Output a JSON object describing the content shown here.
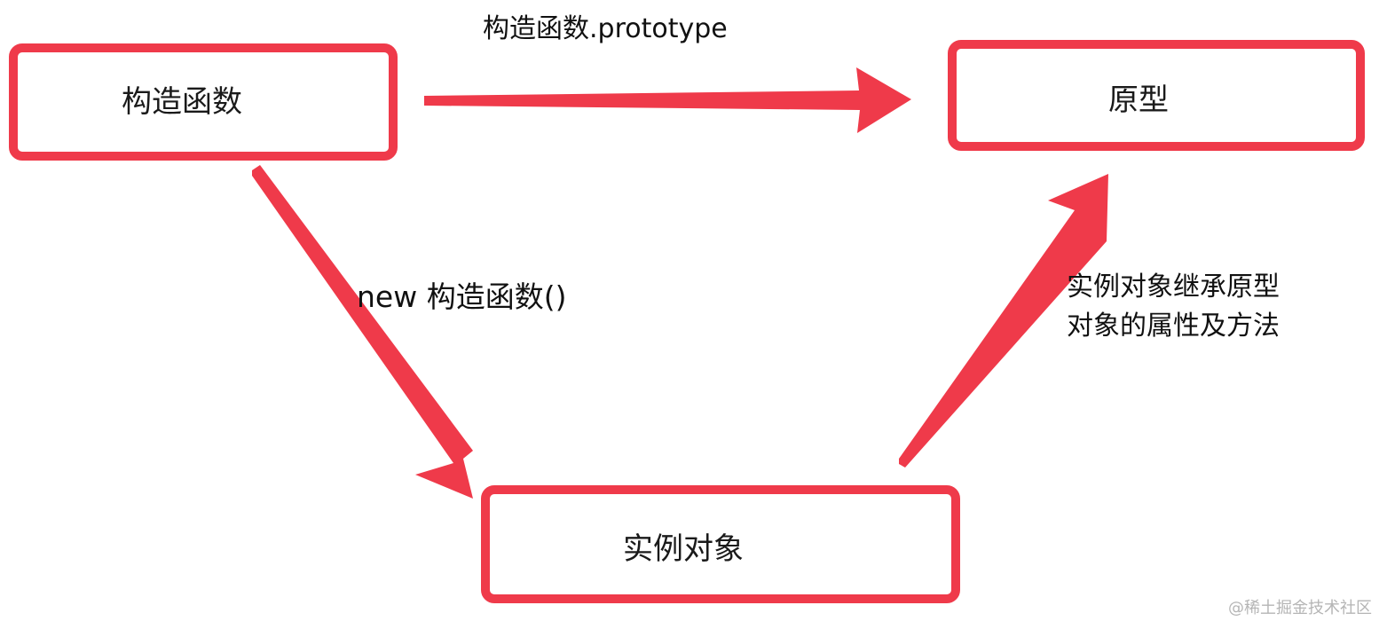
{
  "colors": {
    "accent": "#ef3a4a",
    "text": "#1a1a1a",
    "watermark": "#b5b5b5"
  },
  "nodes": {
    "constructor": "构造函数",
    "prototype": "原型",
    "instance": "实例对象"
  },
  "edges": {
    "constructor_to_prototype": "构造函数.prototype",
    "constructor_to_instance": "new 构造函数()",
    "instance_to_prototype_line1": "实例对象继承原型",
    "instance_to_prototype_line2": "对象的属性及方法"
  },
  "watermark": "@稀土掘金技术社区"
}
